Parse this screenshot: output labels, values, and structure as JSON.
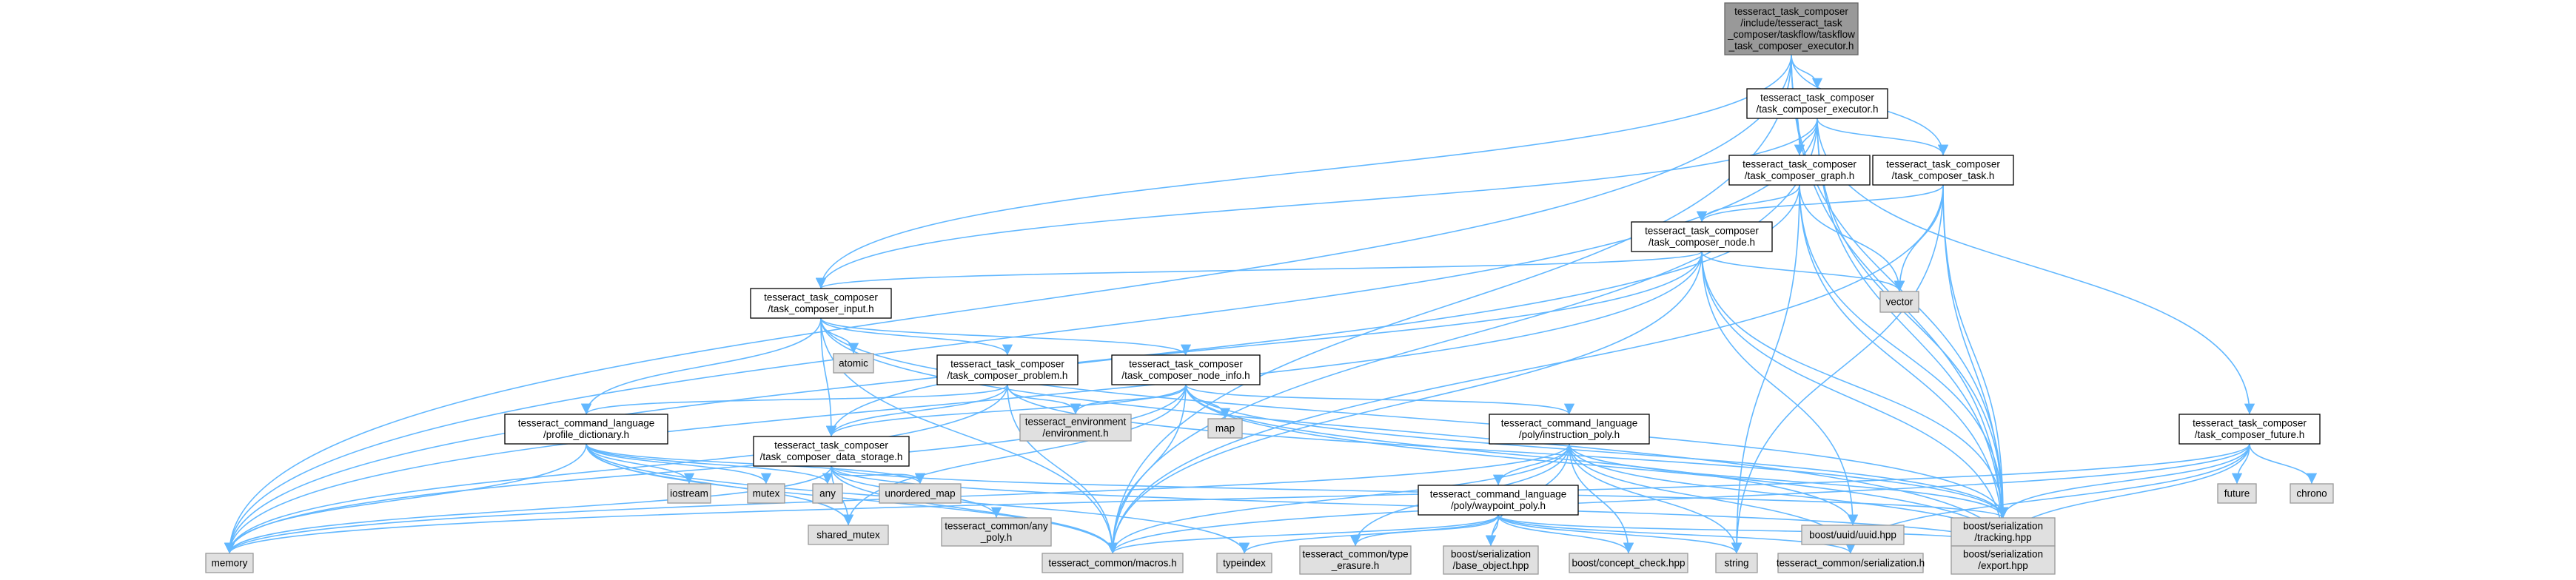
{
  "graph": {
    "colors": {
      "edge": "#63b8ff",
      "root_fill": "#999999",
      "file_fill": "#ffffff",
      "system_fill": "#e0e0e0"
    },
    "nodes": [
      {
        "id": "root",
        "kind": "root",
        "lines": [
          "tesseract_task_composer",
          "/include/tesseract_task",
          "_composer/taskflow/taskflow",
          "_task_composer_executor.h"
        ]
      },
      {
        "id": "executor",
        "kind": "file",
        "lines": [
          "tesseract_task_composer",
          "/task_composer_executor.h"
        ]
      },
      {
        "id": "graph",
        "kind": "file",
        "lines": [
          "tesseract_task_composer",
          "/task_composer_graph.h"
        ]
      },
      {
        "id": "task",
        "kind": "file",
        "lines": [
          "tesseract_task_composer",
          "/task_composer_task.h"
        ]
      },
      {
        "id": "node",
        "kind": "file",
        "lines": [
          "tesseract_task_composer",
          "/task_composer_node.h"
        ]
      },
      {
        "id": "input",
        "kind": "file",
        "lines": [
          "tesseract_task_composer",
          "/task_composer_input.h"
        ]
      },
      {
        "id": "problem",
        "kind": "file",
        "lines": [
          "tesseract_task_composer",
          "/task_composer_problem.h"
        ]
      },
      {
        "id": "node_info",
        "kind": "file",
        "lines": [
          "tesseract_task_composer",
          "/task_composer_node_info.h"
        ]
      },
      {
        "id": "profile_dict",
        "kind": "file",
        "lines": [
          "tesseract_command_language",
          "/profile_dictionary.h"
        ]
      },
      {
        "id": "data_storage",
        "kind": "file",
        "lines": [
          "tesseract_task_composer",
          "/task_composer_data_storage.h"
        ]
      },
      {
        "id": "instruction_poly",
        "kind": "file",
        "lines": [
          "tesseract_command_language",
          "/poly/instruction_poly.h"
        ]
      },
      {
        "id": "future",
        "kind": "file",
        "lines": [
          "tesseract_task_composer",
          "/task_composer_future.h"
        ]
      },
      {
        "id": "waypoint_poly",
        "kind": "file",
        "lines": [
          "tesseract_command_language",
          "/poly/waypoint_poly.h"
        ]
      },
      {
        "id": "vector",
        "kind": "system",
        "lines": [
          "vector"
        ]
      },
      {
        "id": "atomic",
        "kind": "system",
        "lines": [
          "atomic"
        ]
      },
      {
        "id": "environment",
        "kind": "system",
        "lines": [
          "tesseract_environment",
          "/environment.h"
        ]
      },
      {
        "id": "map",
        "kind": "system",
        "lines": [
          "map"
        ]
      },
      {
        "id": "iostream",
        "kind": "system",
        "lines": [
          "iostream"
        ]
      },
      {
        "id": "mutex",
        "kind": "system",
        "lines": [
          "mutex"
        ]
      },
      {
        "id": "any",
        "kind": "system",
        "lines": [
          "any"
        ]
      },
      {
        "id": "unordered_map",
        "kind": "system",
        "lines": [
          "unordered_map"
        ]
      },
      {
        "id": "shared_mutex",
        "kind": "system",
        "lines": [
          "shared_mutex"
        ]
      },
      {
        "id": "any_poly",
        "kind": "system",
        "lines": [
          "tesseract_common/any",
          "_poly.h"
        ]
      },
      {
        "id": "tracking",
        "kind": "system",
        "lines": [
          "boost/serialization",
          "/tracking.hpp"
        ]
      },
      {
        "id": "uuid",
        "kind": "system",
        "lines": [
          "boost/uuid/uuid.hpp"
        ]
      },
      {
        "id": "future_std",
        "kind": "system",
        "lines": [
          "future"
        ]
      },
      {
        "id": "chrono",
        "kind": "system",
        "lines": [
          "chrono"
        ]
      },
      {
        "id": "memory",
        "kind": "system",
        "lines": [
          "memory"
        ]
      },
      {
        "id": "macros",
        "kind": "system",
        "lines": [
          "tesseract_common/macros.h"
        ]
      },
      {
        "id": "typeindex",
        "kind": "system",
        "lines": [
          "typeindex"
        ]
      },
      {
        "id": "type_erasure",
        "kind": "system",
        "lines": [
          "tesseract_common/type",
          "_erasure.h"
        ]
      },
      {
        "id": "base_object",
        "kind": "system",
        "lines": [
          "boost/serialization",
          "/base_object.hpp"
        ]
      },
      {
        "id": "concept_check",
        "kind": "system",
        "lines": [
          "boost/concept_check.hpp"
        ]
      },
      {
        "id": "string",
        "kind": "system",
        "lines": [
          "string"
        ]
      },
      {
        "id": "common_serialization",
        "kind": "system",
        "lines": [
          "tesseract_common/serialization.h"
        ]
      },
      {
        "id": "export",
        "kind": "system",
        "lines": [
          "boost/serialization",
          "/export.hpp"
        ]
      }
    ],
    "edges": [
      [
        "root",
        "executor"
      ],
      [
        "root",
        "graph"
      ],
      [
        "root",
        "task"
      ],
      [
        "root",
        "input"
      ],
      [
        "root",
        "tracking"
      ],
      [
        "root",
        "memory"
      ],
      [
        "root",
        "macros"
      ],
      [
        "root",
        "export"
      ],
      [
        "executor",
        "graph"
      ],
      [
        "executor",
        "task"
      ],
      [
        "executor",
        "future"
      ],
      [
        "executor",
        "input"
      ],
      [
        "executor",
        "tracking"
      ],
      [
        "executor",
        "memory"
      ],
      [
        "executor",
        "macros"
      ],
      [
        "executor",
        "export"
      ],
      [
        "graph",
        "node"
      ],
      [
        "graph",
        "vector"
      ],
      [
        "graph",
        "string"
      ],
      [
        "graph",
        "tracking"
      ],
      [
        "graph",
        "memory"
      ],
      [
        "graph",
        "export"
      ],
      [
        "task",
        "node"
      ],
      [
        "task",
        "vector"
      ],
      [
        "task",
        "string"
      ],
      [
        "task",
        "tracking"
      ],
      [
        "task",
        "macros"
      ],
      [
        "task",
        "export"
      ],
      [
        "node",
        "input"
      ],
      [
        "node",
        "data_storage"
      ],
      [
        "node",
        "vector"
      ],
      [
        "node",
        "uuid"
      ],
      [
        "node",
        "tracking"
      ],
      [
        "node",
        "memory"
      ],
      [
        "node",
        "macros"
      ],
      [
        "node",
        "export"
      ],
      [
        "input",
        "problem"
      ],
      [
        "input",
        "node_info"
      ],
      [
        "input",
        "profile_dict"
      ],
      [
        "input",
        "data_storage"
      ],
      [
        "input",
        "atomic"
      ],
      [
        "input",
        "tracking"
      ],
      [
        "input",
        "macros"
      ],
      [
        "input",
        "export"
      ],
      [
        "problem",
        "profile_dict"
      ],
      [
        "problem",
        "data_storage"
      ],
      [
        "problem",
        "environment"
      ],
      [
        "problem",
        "tracking"
      ],
      [
        "problem",
        "macros"
      ],
      [
        "problem",
        "memory"
      ],
      [
        "node_info",
        "instruction_poly"
      ],
      [
        "node_info",
        "data_storage"
      ],
      [
        "node_info",
        "environment"
      ],
      [
        "node_info",
        "map"
      ],
      [
        "node_info",
        "shared_mutex"
      ],
      [
        "node_info",
        "uuid"
      ],
      [
        "node_info",
        "tracking"
      ],
      [
        "node_info",
        "macros"
      ],
      [
        "node_info",
        "export"
      ],
      [
        "node_info",
        "memory"
      ],
      [
        "profile_dict",
        "iostream"
      ],
      [
        "profile_dict",
        "mutex"
      ],
      [
        "profile_dict",
        "any"
      ],
      [
        "profile_dict",
        "unordered_map"
      ],
      [
        "profile_dict",
        "shared_mutex"
      ],
      [
        "profile_dict",
        "memory"
      ],
      [
        "profile_dict",
        "macros"
      ],
      [
        "profile_dict",
        "typeindex"
      ],
      [
        "data_storage",
        "shared_mutex"
      ],
      [
        "data_storage",
        "unordered_map"
      ],
      [
        "data_storage",
        "any_poly"
      ],
      [
        "data_storage",
        "tracking"
      ],
      [
        "data_storage",
        "memory"
      ],
      [
        "data_storage",
        "macros"
      ],
      [
        "data_storage",
        "export"
      ],
      [
        "instruction_poly",
        "waypoint_poly"
      ],
      [
        "instruction_poly",
        "type_erasure"
      ],
      [
        "instruction_poly",
        "base_object"
      ],
      [
        "instruction_poly",
        "concept_check"
      ],
      [
        "instruction_poly",
        "string"
      ],
      [
        "instruction_poly",
        "common_serialization"
      ],
      [
        "instruction_poly",
        "macros"
      ],
      [
        "instruction_poly",
        "memory"
      ],
      [
        "instruction_poly",
        "export"
      ],
      [
        "instruction_poly",
        "tracking"
      ],
      [
        "waypoint_poly",
        "typeindex"
      ],
      [
        "waypoint_poly",
        "type_erasure"
      ],
      [
        "waypoint_poly",
        "base_object"
      ],
      [
        "waypoint_poly",
        "concept_check"
      ],
      [
        "waypoint_poly",
        "string"
      ],
      [
        "waypoint_poly",
        "common_serialization"
      ],
      [
        "waypoint_poly",
        "macros"
      ],
      [
        "waypoint_poly",
        "export"
      ],
      [
        "future",
        "future_std"
      ],
      [
        "future",
        "chrono"
      ],
      [
        "future",
        "memory"
      ],
      [
        "future",
        "macros"
      ],
      [
        "future",
        "tracking"
      ],
      [
        "future",
        "export"
      ],
      [
        "future",
        "common_serialization"
      ]
    ]
  }
}
